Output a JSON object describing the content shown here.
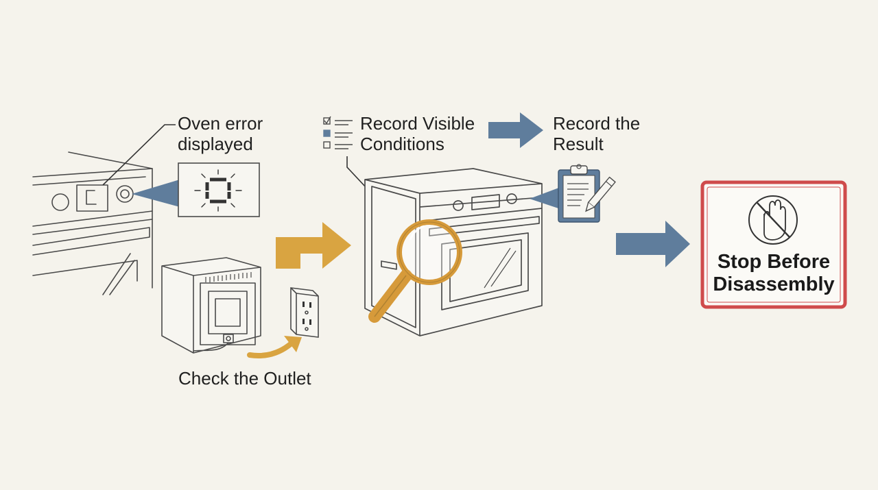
{
  "labels": {
    "oven_error": [
      "Oven error",
      "displayed"
    ],
    "record_conditions": [
      "Record Visible",
      "Conditions"
    ],
    "record_result": [
      "Record the",
      "Result"
    ],
    "check_outlet": "Check the Outlet",
    "stop": [
      "Stop Before",
      "Disassembly"
    ]
  },
  "colors": {
    "background": "#f5f3ec",
    "line": "#4a4a4a",
    "blue_arrow": "#5f7d9c",
    "orange_arrow": "#d9a441",
    "stop_border": "#cf4b4b",
    "magnifier": "#d69a3a"
  },
  "icons": [
    "error-code-display-icon",
    "checklist-icon",
    "magnifying-glass-icon",
    "clipboard-pencil-icon",
    "wall-outlet-icon",
    "no-hand-icon"
  ]
}
